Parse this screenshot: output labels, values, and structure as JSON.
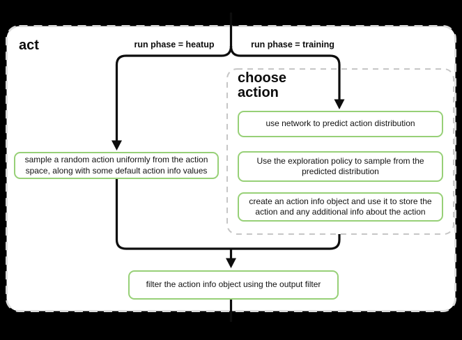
{
  "lane": {
    "title": "act"
  },
  "branches": {
    "heatup_label": "run phase = heatup",
    "training_label": "run phase = training"
  },
  "subprocess": {
    "title": "choose action"
  },
  "nodes": {
    "sample_random": "sample a random action uniformly from the action space, along with some default action info values",
    "predict_distribution": "use network to predict action distribution",
    "exploration_policy": "Use the exploration policy to sample from the predicted distribution",
    "create_action_info": "create an action info object and use it to store the action and any additional info about the action",
    "filter_output": "filter the action info object using the output filter"
  },
  "colors": {
    "background": "#000000",
    "lane_fill": "#ffffff",
    "lane_border": "#dcdcdc",
    "subprocess_border": "#c6c6c6",
    "node_border": "#97d077",
    "connector": "#0d0d0d"
  }
}
